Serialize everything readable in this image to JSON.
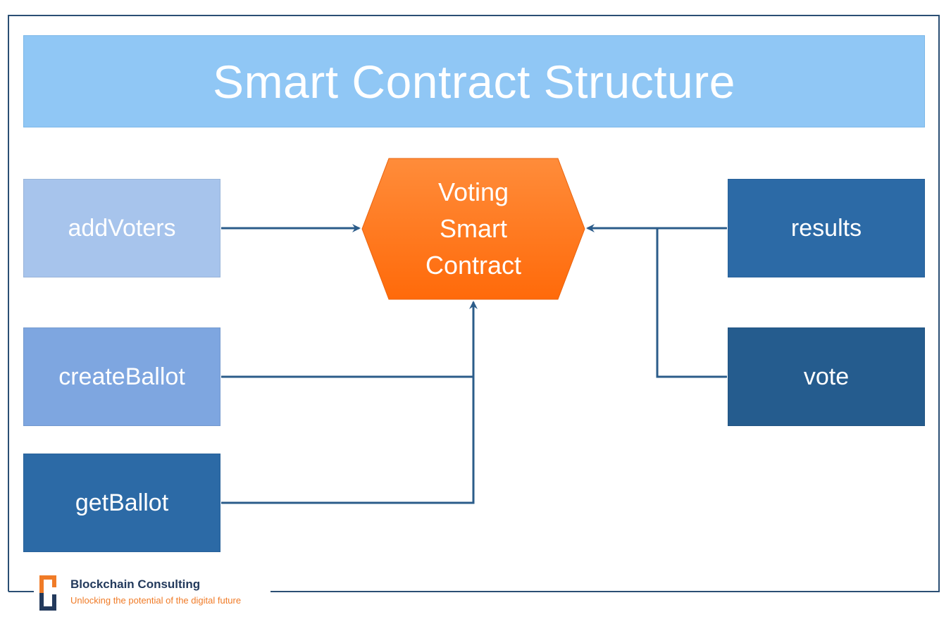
{
  "title": "Smart Contract Structure",
  "contract": {
    "label": "Voting\nSmart\nContract",
    "color": "#ff7a22"
  },
  "functions": {
    "add_voters": {
      "label": "addVoters",
      "color": "#a7c4ec"
    },
    "create_ballot": {
      "label": "createBallot",
      "color": "#7ea6e0"
    },
    "get_ballot": {
      "label": "getBallot",
      "color": "#2c6aa6"
    },
    "results": {
      "label": "results",
      "color": "#2c6aa6"
    },
    "vote": {
      "label": "vote",
      "color": "#255c8e"
    }
  },
  "connector_color": "#2b5c8a",
  "brand": {
    "name": "Blockchain Consulting",
    "tagline": "Unlocking the potential of the digital future",
    "accent_color": "#f07b27",
    "dark_color": "#233a5c"
  }
}
